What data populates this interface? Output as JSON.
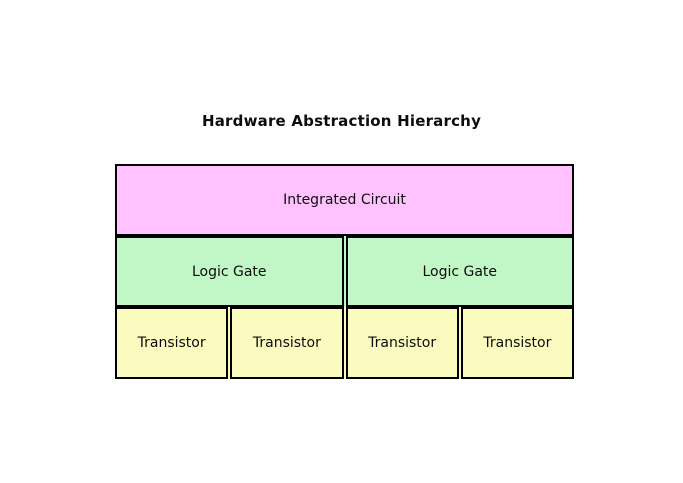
{
  "title": "Hardware Abstraction Hierarchy",
  "diagram": {
    "background": "#ffffff",
    "border_color": "#000000",
    "text_color": "#0d0d0d",
    "levels": [
      {
        "name": "integrated-circuit",
        "color": "#ffc2ff",
        "nodes": [
          "Integrated Circuit"
        ]
      },
      {
        "name": "logic-gate",
        "color": "#c1f7c6",
        "nodes": [
          "Logic Gate",
          "Logic Gate"
        ]
      },
      {
        "name": "transistor",
        "color": "#fbfbc0",
        "nodes": [
          "Transistor",
          "Transistor",
          "Transistor",
          "Transistor"
        ]
      }
    ]
  }
}
